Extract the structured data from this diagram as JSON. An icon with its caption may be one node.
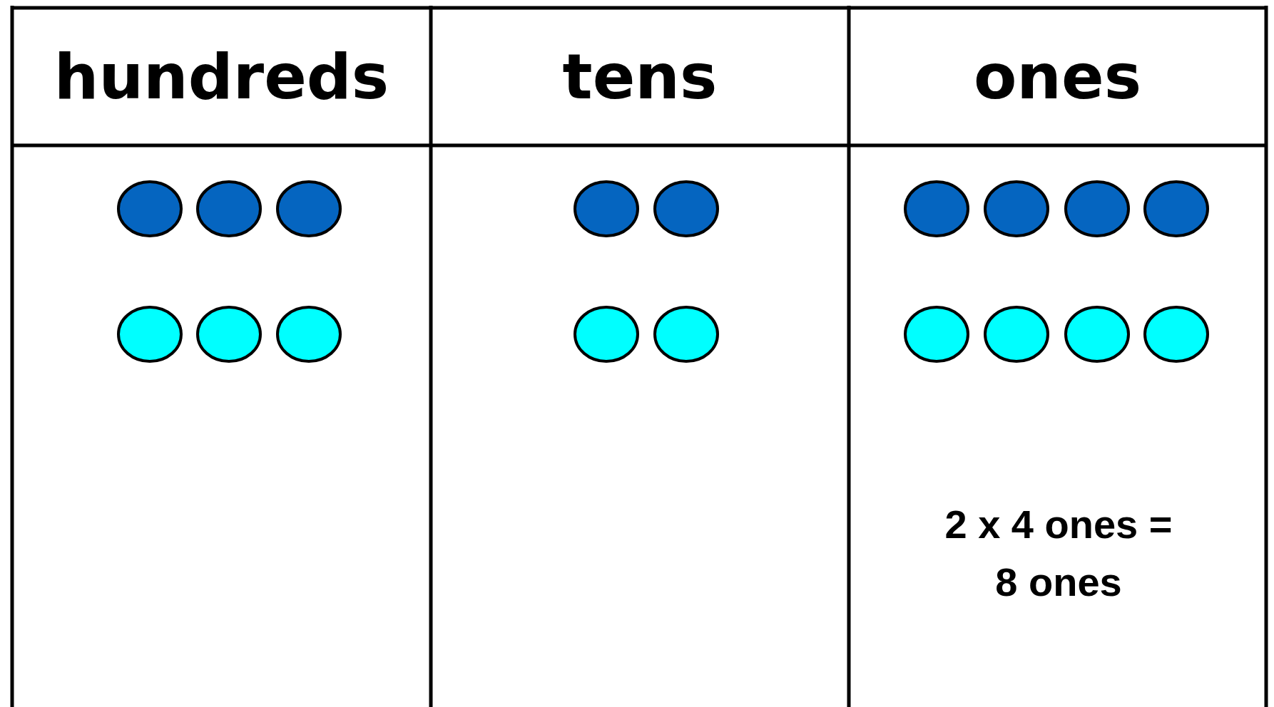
{
  "diagram": {
    "labels": [
      "hundreds",
      "tens",
      "ones",
      "2 x 4 ones = 8 ones"
    ]
  }
}
